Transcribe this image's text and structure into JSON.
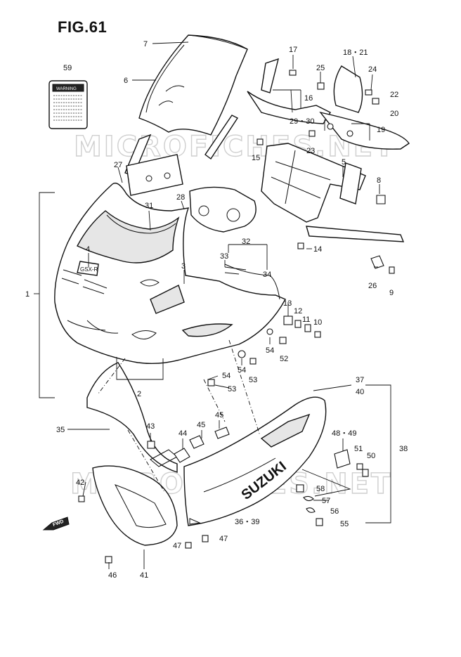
{
  "figure": {
    "title": "FIG.61",
    "watermark": "MICROFICHES.NET",
    "badge_text": "GSX-R",
    "brand_text": "SUZUKI",
    "label_header": "WARNING",
    "fwd_label": "FWD"
  },
  "callouts": [
    {
      "id": "c59",
      "text": "59"
    },
    {
      "id": "c7",
      "text": "7"
    },
    {
      "id": "c6",
      "text": "6"
    },
    {
      "id": "c17",
      "text": "17"
    },
    {
      "id": "c18-21",
      "text": "18・21"
    },
    {
      "id": "c25",
      "text": "25"
    },
    {
      "id": "c24",
      "text": "24"
    },
    {
      "id": "c22",
      "text": "22"
    },
    {
      "id": "c16",
      "text": "16"
    },
    {
      "id": "c20",
      "text": "20"
    },
    {
      "id": "c29-30",
      "text": "29・30"
    },
    {
      "id": "c19",
      "text": "19"
    },
    {
      "id": "c23",
      "text": "23"
    },
    {
      "id": "c15",
      "text": "15"
    },
    {
      "id": "c5",
      "text": "5"
    },
    {
      "id": "c27",
      "text": "27"
    },
    {
      "id": "c8",
      "text": "8"
    },
    {
      "id": "c28",
      "text": "28"
    },
    {
      "id": "c31",
      "text": "31"
    },
    {
      "id": "c32",
      "text": "32"
    },
    {
      "id": "c14",
      "text": "14"
    },
    {
      "id": "c33",
      "text": "33"
    },
    {
      "id": "c4",
      "text": "4"
    },
    {
      "id": "c3",
      "text": "3"
    },
    {
      "id": "c34",
      "text": "34"
    },
    {
      "id": "c26",
      "text": "26"
    },
    {
      "id": "c9",
      "text": "9"
    },
    {
      "id": "c1",
      "text": "1"
    },
    {
      "id": "c13",
      "text": "13"
    },
    {
      "id": "c12",
      "text": "12"
    },
    {
      "id": "c11",
      "text": "11"
    },
    {
      "id": "c10",
      "text": "10"
    },
    {
      "id": "c54a",
      "text": "54"
    },
    {
      "id": "c52",
      "text": "52"
    },
    {
      "id": "c54b",
      "text": "54"
    },
    {
      "id": "c54c",
      "text": "54"
    },
    {
      "id": "c53a",
      "text": "53"
    },
    {
      "id": "c53b",
      "text": "53"
    },
    {
      "id": "c2",
      "text": "2"
    },
    {
      "id": "c37",
      "text": "37"
    },
    {
      "id": "c40",
      "text": "40"
    },
    {
      "id": "c35",
      "text": "35"
    },
    {
      "id": "c43",
      "text": "43"
    },
    {
      "id": "c44",
      "text": "44"
    },
    {
      "id": "c45a",
      "text": "45"
    },
    {
      "id": "c45b",
      "text": "45"
    },
    {
      "id": "c48-49",
      "text": "48・49"
    },
    {
      "id": "c38",
      "text": "38"
    },
    {
      "id": "c51",
      "text": "51"
    },
    {
      "id": "c50",
      "text": "50"
    },
    {
      "id": "c42",
      "text": "42"
    },
    {
      "id": "c58",
      "text": "58"
    },
    {
      "id": "c57",
      "text": "57"
    },
    {
      "id": "c56",
      "text": "56"
    },
    {
      "id": "c36-39",
      "text": "36・39"
    },
    {
      "id": "c55",
      "text": "55"
    },
    {
      "id": "c47a",
      "text": "47"
    },
    {
      "id": "c47b",
      "text": "47"
    },
    {
      "id": "c46",
      "text": "46"
    },
    {
      "id": "c41",
      "text": "41"
    }
  ]
}
